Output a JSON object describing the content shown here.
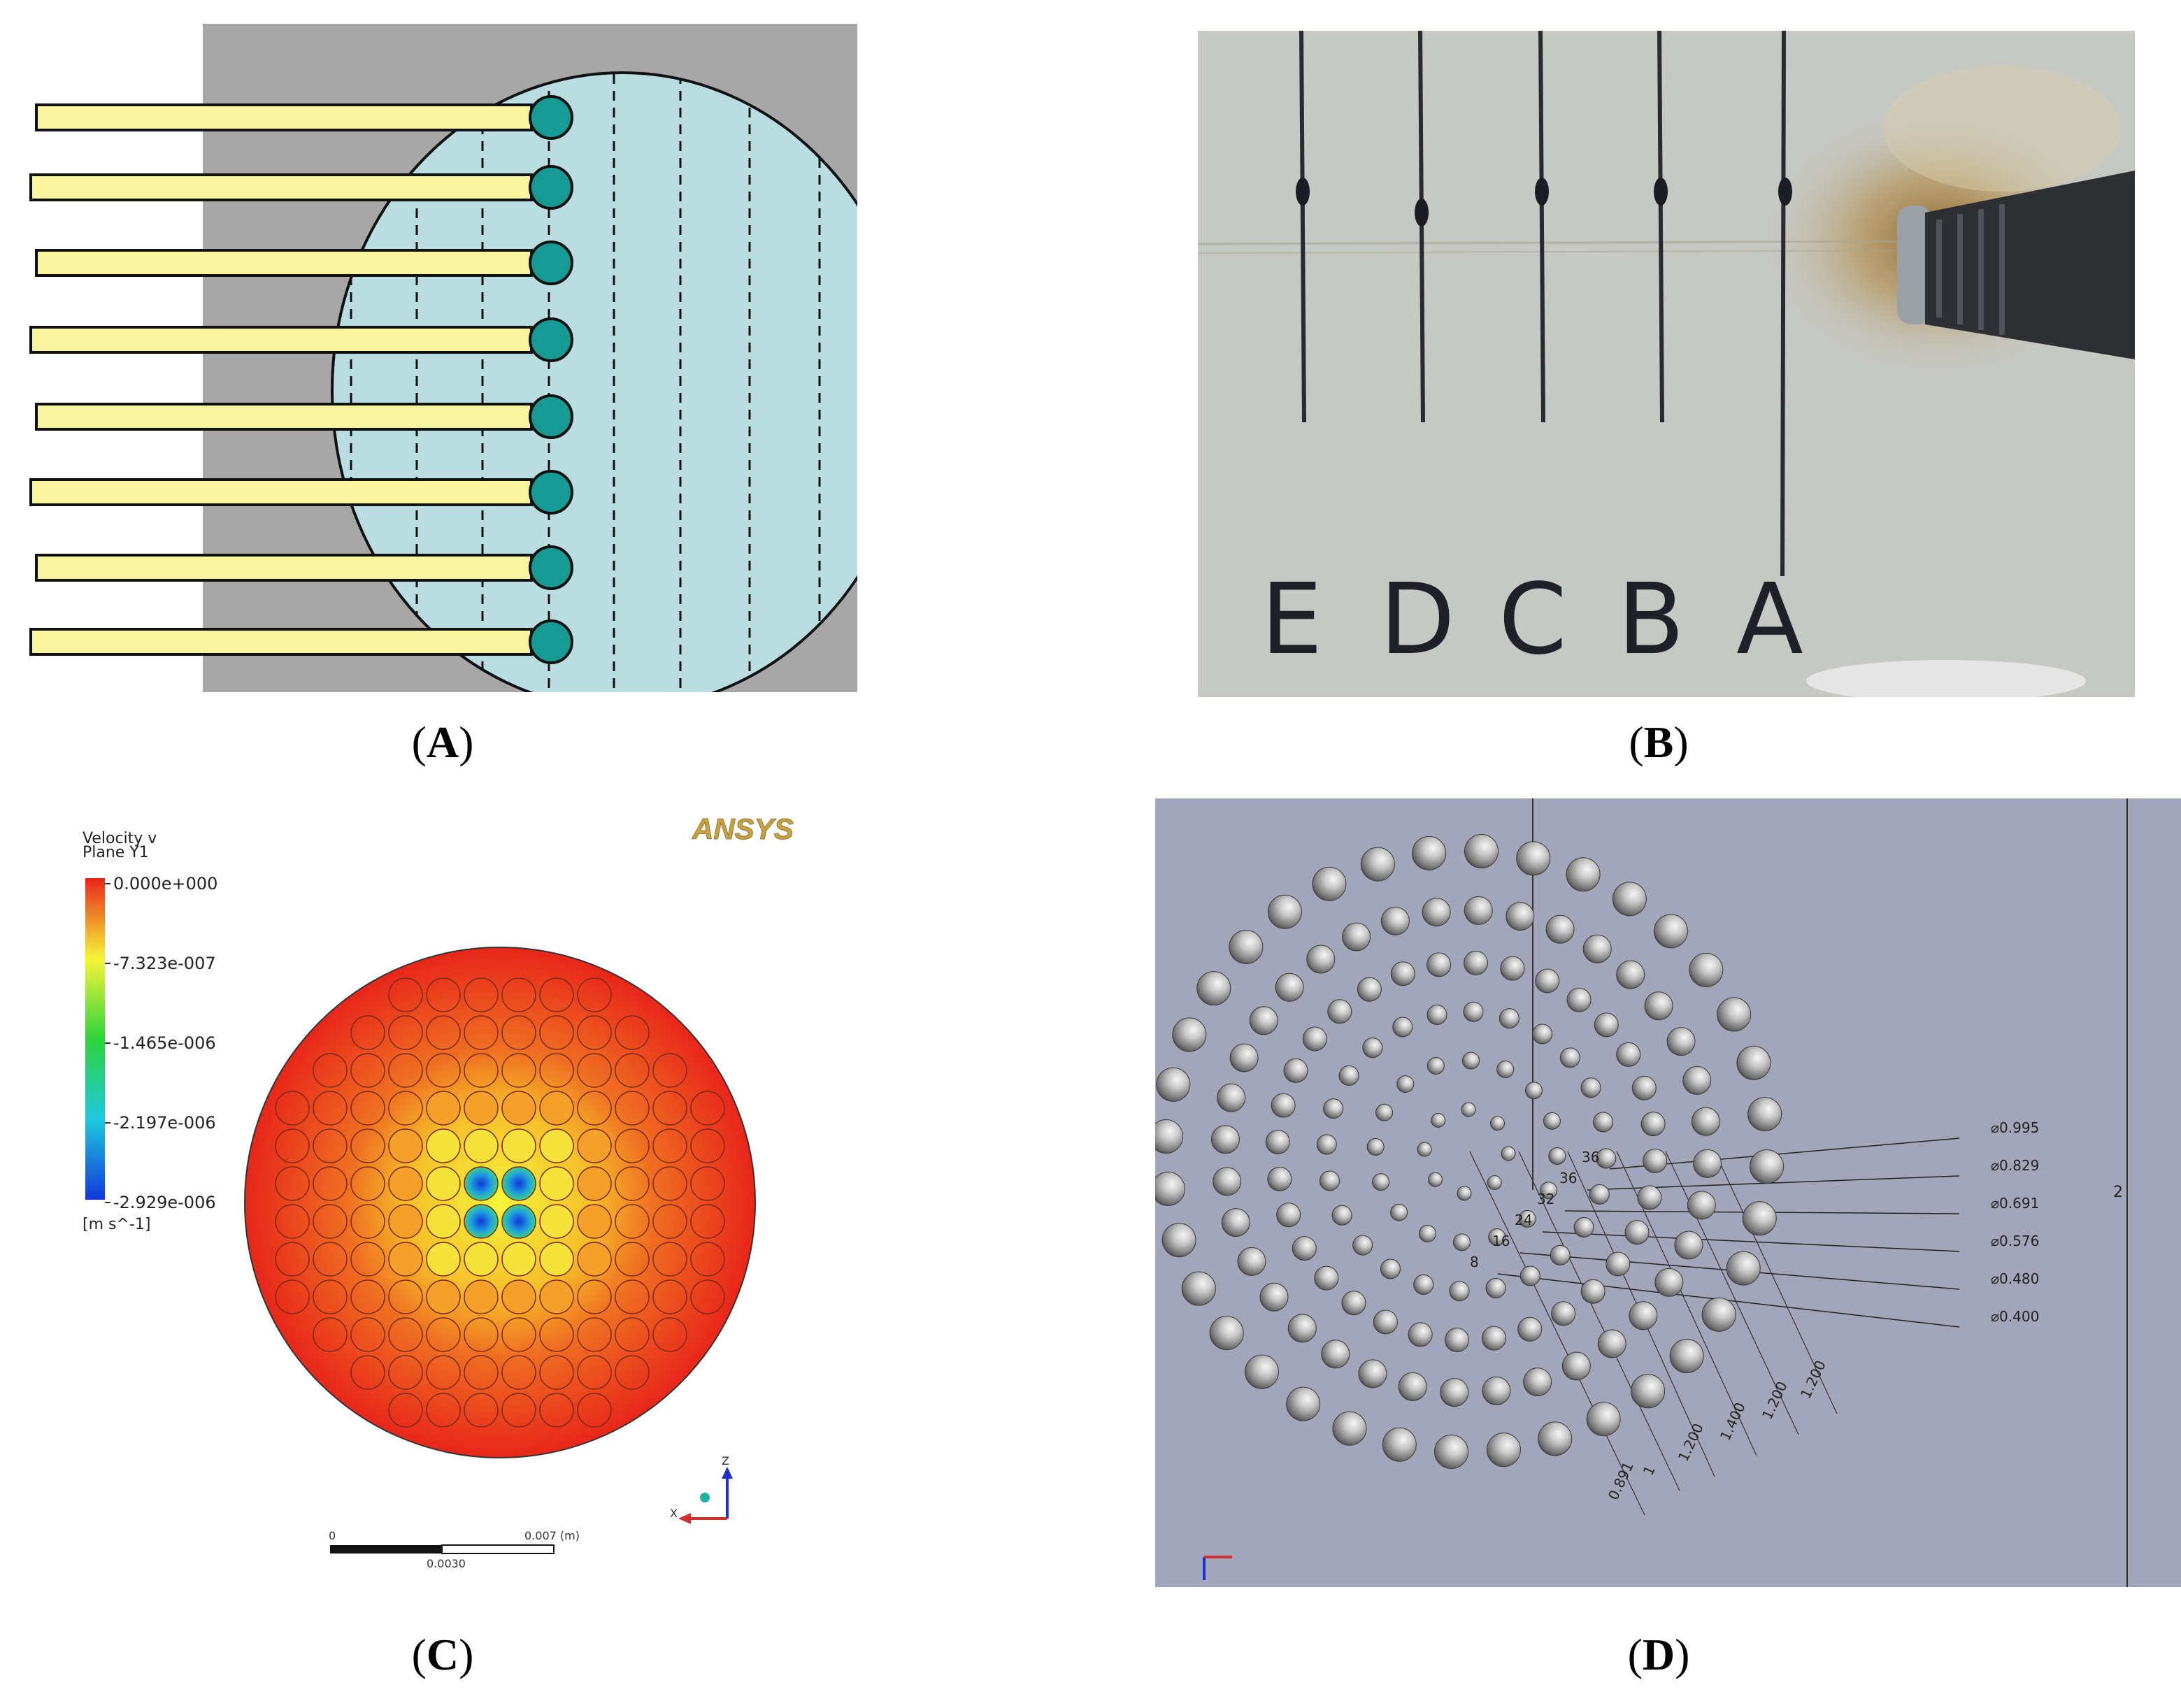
{
  "captions": {
    "a": "A",
    "b": "B",
    "c": "C",
    "d": "D"
  },
  "panel_b": {
    "letters": [
      "E",
      "D",
      "C",
      "B",
      "A"
    ]
  },
  "panel_c": {
    "logo": "ANSYS",
    "legend_title_line1": "Velocity v",
    "legend_title_line2": "Plane Y1",
    "legend_ticks": [
      "0.000e+000",
      "-7.323e-007",
      "-1.465e-006",
      "-2.197e-006",
      "-2.929e-006"
    ],
    "legend_unit": "[m s^-1]",
    "scale_start": "0",
    "scale_end": "0.007 (m)",
    "scale_mid": "0.0030",
    "axis_z": "Z",
    "axis_x": "X",
    "colors": {
      "high": "#e8261a",
      "mid": "#f7f53a",
      "low": "#1238d8"
    }
  },
  "panel_d": {
    "ring_counts": [
      "36",
      "36",
      "32",
      "24",
      "16",
      "8"
    ],
    "diameters": [
      "0.995",
      "0.829",
      "0.691",
      "0.576",
      "0.480",
      "0.400"
    ],
    "bottom_dims": [
      "0.891",
      "1",
      "1.200",
      "1.400",
      "1.200",
      "1.200"
    ],
    "side_dim": "2"
  }
}
